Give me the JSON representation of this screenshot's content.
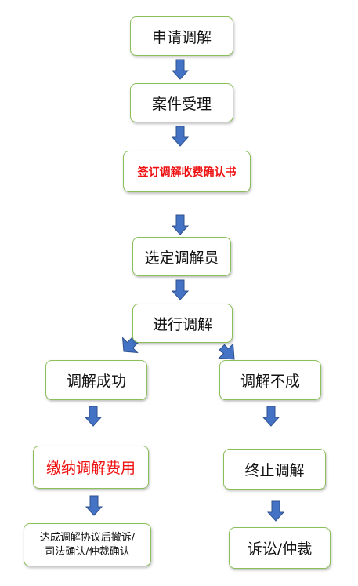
{
  "colors": {
    "node_border": "#8bbf57",
    "arrow_fill": "#4472c4",
    "arrow_stroke": "#2f528f",
    "highlight_text": "#ee1111"
  },
  "nodes": {
    "apply": "申请调解",
    "accept": "案件受理",
    "sign_fee": "签订调解收费确认书",
    "select_mediator": "选定调解员",
    "conduct": "进行调解",
    "success": "调解成功",
    "fail": "调解不成",
    "pay_fee": "缴纳调解费用",
    "terminate": "终止调解",
    "agreement": "达成调解协议后撤诉/\n司法确认/仲裁确认",
    "litigation": "诉讼/仲裁"
  }
}
